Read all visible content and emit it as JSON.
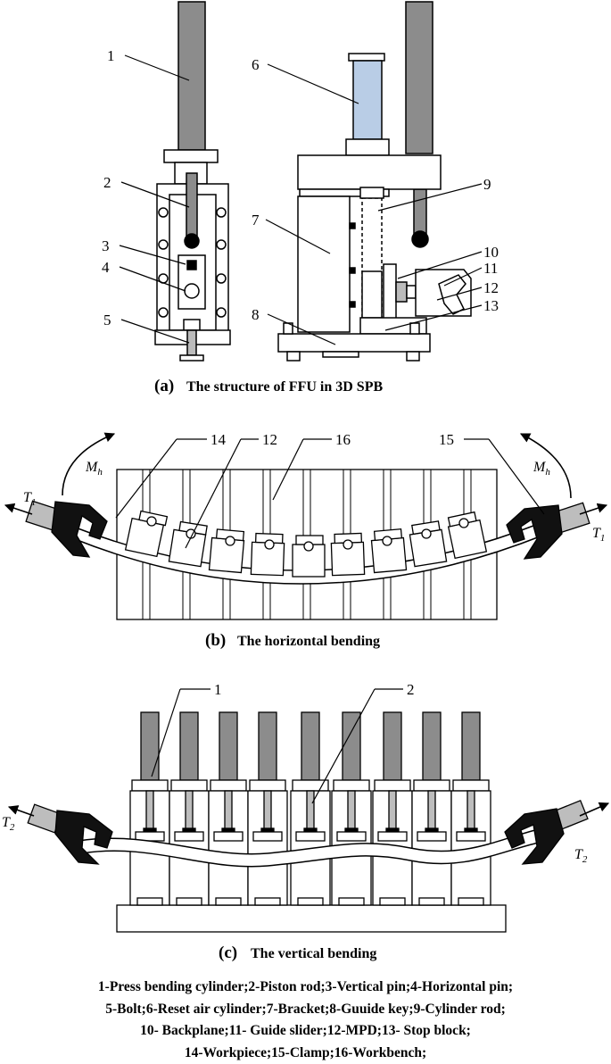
{
  "panel_a": {
    "letter": "(a)",
    "caption": "The structure of FFU in 3D SPB",
    "callouts": [
      "1",
      "2",
      "3",
      "4",
      "5",
      "6",
      "7",
      "8",
      "9",
      "10",
      "11",
      "12",
      "13"
    ]
  },
  "panel_b": {
    "letter": "(b)",
    "caption": "The horizontal bending",
    "callouts": [
      "14",
      "12",
      "16",
      "15"
    ],
    "force_left": "T",
    "force_left_sub": "1",
    "force_right": "T",
    "force_right_sub": "1",
    "moment_left": "M",
    "moment_left_sub": "h",
    "moment_right": "M",
    "moment_right_sub": "h"
  },
  "panel_c": {
    "letter": "(c)",
    "caption": "The vertical bending",
    "callouts": [
      "1",
      "2"
    ],
    "force_left": "T",
    "force_left_sub": "2",
    "force_right": "T",
    "force_right_sub": "2"
  },
  "legend": {
    "lines": [
      "1-Press bending cylinder;2-Piston rod;3-Vertical pin;4-Horizontal pin;",
      "5-Bolt;6-Reset air cylinder;7-Bracket;8-Guuide key;9-Cylinder rod;",
      "10- Backplane;11- Guide slider;12-MPD;13- Stop block;",
      "14-Workpiece;15-Clamp;16-Workbench;"
    ]
  },
  "colors": {
    "cylinder_gray": "#8c8c8c",
    "air_cylinder_blue": "#b9cde6",
    "clamp_black": "#111111",
    "outline": "#000000"
  }
}
